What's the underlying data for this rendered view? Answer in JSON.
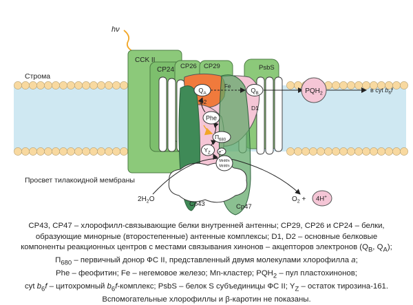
{
  "labels": {
    "light": "hν",
    "stroma": "Строма",
    "lumen": "Просвет тилакоидной мембраны",
    "cck2": "CCK II",
    "cp24": "CP24",
    "cp26": "CP26",
    "cp29": "CP29",
    "psbs": "PsbS",
    "qa_base": "Q",
    "qa_sub": "A",
    "qb_base": "Q",
    "qb_sub": "B",
    "d1": "D1",
    "d2": "D2",
    "fe": "Fe",
    "pqh2_base": "PQH",
    "pqh2_sub": "2",
    "to_cyt_pre": "в cyt ",
    "to_cyt_b": "b",
    "to_cyt_sub": "6",
    "to_cyt_f": "f",
    "phe": "Phe",
    "p680_base": "П",
    "p680_sub": "680",
    "yz_base": "Y",
    "yz_sub": "Z",
    "e_minus": "e",
    "e_minus_sup": "–",
    "mn_line1": "MnMn",
    "mn_line2": "MnMn",
    "water_num": "2",
    "water_base": "H",
    "water_sub": "2",
    "water_end": "O",
    "o2_base": "O",
    "o2_sub": "2",
    "o2_plus": " + ",
    "h_plus": "4H",
    "h_plus_sup": "+",
    "cp43": "Cp43",
    "cp47": "Cp47"
  },
  "colors": {
    "green_light": "#8cc97a",
    "green_mid": "#5ea866",
    "green_dark": "#3f8a57",
    "pink": "#f5c6d6",
    "pink_deep": "#f2a9c4",
    "orange": "#f07a3c",
    "membrane": "#cfe8f2",
    "lipid_head": "#f8d9a0",
    "light_arrow": "#f2a626"
  },
  "caption": [
    "CP43, CP47 – хлорофилл-связывающие белки внутренней антенны; CP29, CP26 и CP24 – белки,",
    "образующие минорные (второстепенные) антенные комплексы; D1, D2 – основные белковые",
    "компоненты реакционных центров с местами связывания хинонов – акцепторов электронов (Q_B, Q_A);",
    "П_680 – первичный донор ФС II, представленный двумя молекулами хлорофилла a;",
    "Phe – феофитин; Fe – негемовое железо; Mn-кластер; PQH_2 – пул пластохинонов;",
    "cyt b_6f – цитохромный b_6f-комплекс; PsbS – белок S субъединицы ФС II; Y_Z – остаток тирозина-161.",
    "Вспомогательные хлорофиллы и β-каротин не показаны."
  ]
}
